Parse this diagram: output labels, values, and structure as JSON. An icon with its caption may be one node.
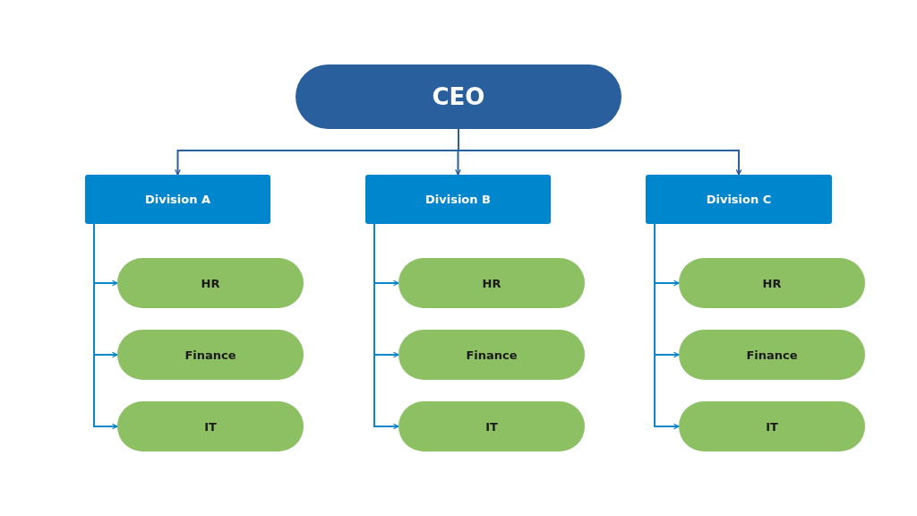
{
  "diagram": {
    "nodes": [
      {
        "text": [
          "CEO"
        ]
      },
      {
        "text": [
          "Division A"
        ]
      },
      {
        "text": [
          "Division B"
        ]
      },
      {
        "text": [
          "Division C"
        ]
      },
      {
        "text": [
          "HR"
        ]
      },
      {
        "text": [
          "Finance"
        ]
      },
      {
        "text": [
          "IT"
        ]
      },
      {
        "text": [
          "HR"
        ]
      },
      {
        "text": [
          "Finance"
        ]
      },
      {
        "text": [
          "IT"
        ]
      },
      {
        "text": [
          "HR"
        ]
      },
      {
        "text": [
          "Finance"
        ]
      },
      {
        "text": [
          "IT"
        ]
      }
    ],
    "edges": [
      {
        "from": 0,
        "to": 1,
        "arrow": "to",
        "color": "#2a5f9e"
      },
      {
        "from": 0,
        "to": 2,
        "arrow": "to",
        "color": "#2a5f9e"
      },
      {
        "from": 0,
        "to": 3,
        "arrow": "to",
        "color": "#2a5f9e"
      },
      {
        "from": 1,
        "to": 4,
        "arrow": "to"
      },
      {
        "from": 1,
        "to": 5,
        "arrow": "to"
      },
      {
        "from": 1,
        "to": 6,
        "arrow": "to"
      },
      {
        "from": 2,
        "to": 7,
        "arrow": "to"
      },
      {
        "from": 2,
        "to": 8,
        "arrow": "to"
      },
      {
        "from": 2,
        "to": 9,
        "arrow": "to"
      },
      {
        "from": 3,
        "to": 10,
        "arrow": "to"
      },
      {
        "from": 3,
        "to": 11,
        "arrow": "to"
      },
      {
        "from": 3,
        "to": 12,
        "arrow": "to"
      }
    ]
  }
}
